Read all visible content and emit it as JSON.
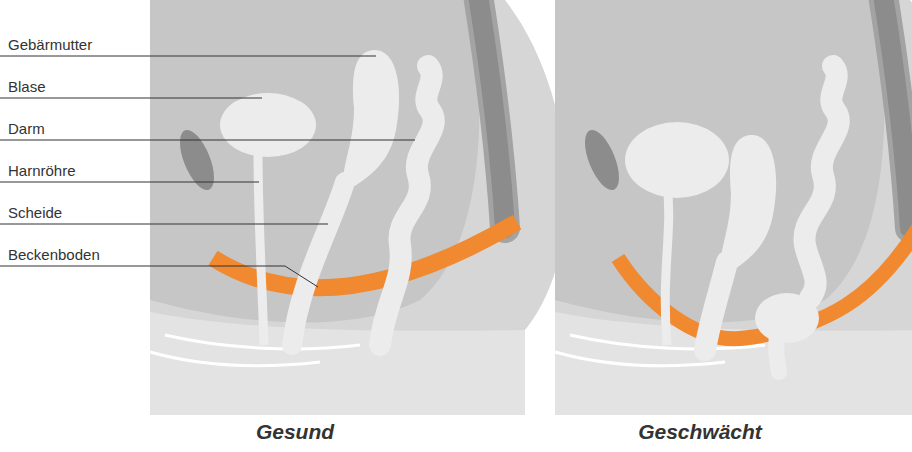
{
  "diagram": {
    "labels": [
      "Gebärmutter",
      "Blase",
      "Darm",
      "Harnröhre",
      "Scheide",
      "Beckenboden",
      "Gesund",
      "Geschwächt"
    ]
  }
}
